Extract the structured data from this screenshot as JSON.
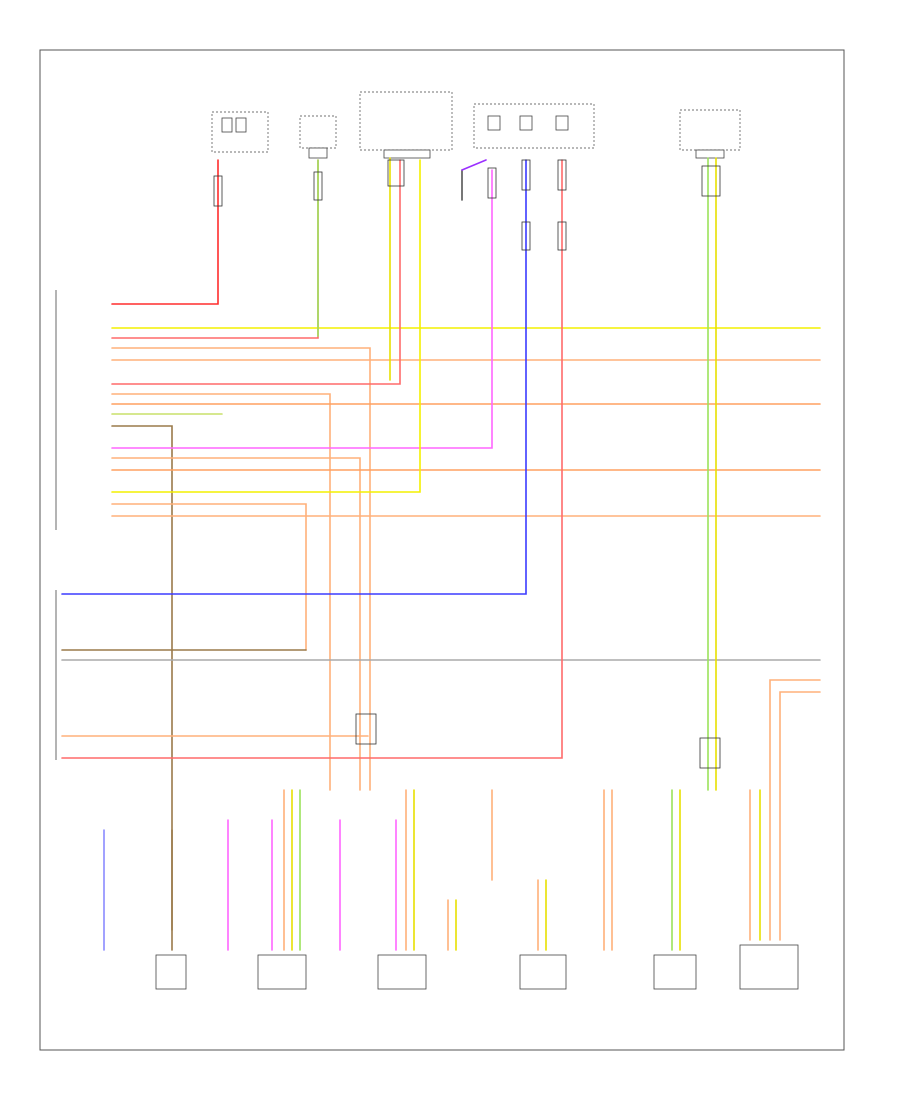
{
  "colors": {
    "red": "#ff2d2d",
    "yellow": "#f4f000",
    "green": "#9be35a",
    "orange": "#ffb07a",
    "brown": "#9a7a4a",
    "blue": "#3b3bff",
    "violet": "#ff66ff",
    "purple": "#9b30ff",
    "gray": "#aaaaaa",
    "black": "#333333"
  },
  "wire_colors": [
    "red",
    "yellow",
    "green",
    "orange",
    "brown",
    "blue",
    "violet",
    "purple",
    "gray",
    "black"
  ]
}
